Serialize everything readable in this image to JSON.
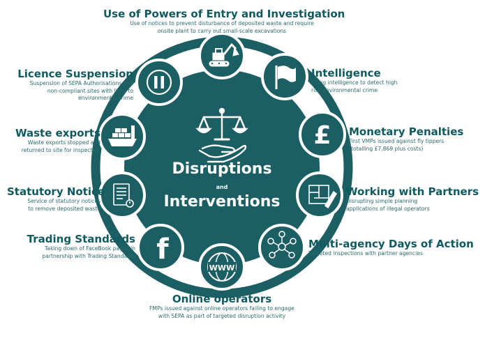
{
  "center": {
    "line1": "Disruptions",
    "line2": "and",
    "line3": "Interventions"
  },
  "items": {
    "entry": {
      "title": "Use of Powers of Entry and Investigation",
      "desc": "Use of notices to prevent disturbance of deposited waste and require\nonsite plant to carry out small-scale excavations",
      "icon": "excavator-icon"
    },
    "intelligence": {
      "title": "Intelligence",
      "desc": "Using intelligence to detect high\nrisk environmental crime",
      "icon": "flag-icon"
    },
    "penalties": {
      "title": "Monetary Penalties",
      "desc": "First VMPs issued against fly tippers\n(totalling £7,869 plus costs)",
      "icon": "pound-icon"
    },
    "partners": {
      "title": "Working with Partners",
      "desc": "Disrupting simple planning\napplications of illegal operators",
      "icon": "blueprint-icon"
    },
    "multiagency": {
      "title": "Multi-agency Days of Action",
      "desc": "Targeted inspections with partner agencies",
      "icon": "network-icon"
    },
    "online": {
      "title": "Online operators",
      "desc": "FMPs issued against online operators failing to engage\nwith SEPA as part of targeted disruption activity",
      "icon": "www-icon"
    },
    "trading": {
      "title": "Trading Standards",
      "desc": "Taking down of FaceBook pages in\npartnership with Trading Standards",
      "icon": "facebook-icon"
    },
    "statutory": {
      "title": "Statutory Notice",
      "desc": "Service of statutory notices\nto remove deposited waste",
      "icon": "notice-icon"
    },
    "exports": {
      "title": "Waste exports",
      "desc": "Waste exports stopped and\nreturned to site for inspection",
      "icon": "ship-icon"
    },
    "licence": {
      "title": "Licence Suspension",
      "desc": "Suspension of SEPA Authorisations and\nnon-compliant sites with links to\nenvironmental crime",
      "icon": "pause-icon"
    }
  },
  "www_text": "WWW",
  "pound_text": "£",
  "facebook_text": "f",
  "colors": {
    "dark": "#1b5e63",
    "ring": "#155a5f",
    "white": "#ffffff",
    "text": "#0f5a60"
  }
}
